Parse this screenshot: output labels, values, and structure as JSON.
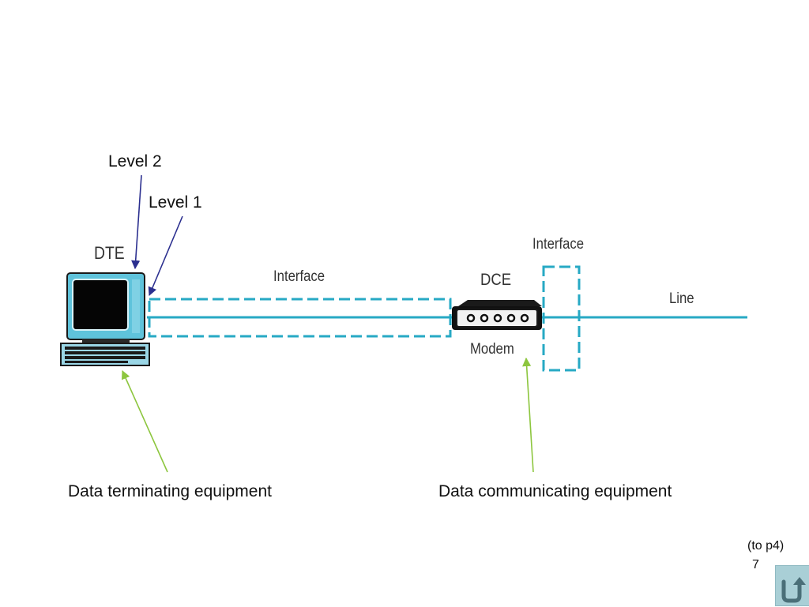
{
  "labels": {
    "level2": "Level 2",
    "level1": "Level 1",
    "dte": "DTE",
    "dce": "DCE",
    "interface_left": "Interface",
    "interface_right": "Interface",
    "line": "Line",
    "modem": "Modem",
    "data_terminating": "Data terminating equipment",
    "data_communicating": "Data communicating equipment"
  },
  "footer": {
    "link": "(to p4)",
    "page_number": "7"
  },
  "colors": {
    "line": "#27a9c4",
    "arrow_level": "#2b2f8f",
    "arrow_equipment": "#8dc63f",
    "button": "#a9cfd6"
  },
  "icons": {
    "computer": "computer-terminal-icon",
    "modem": "modem-icon",
    "back": "back-arrow-icon"
  }
}
